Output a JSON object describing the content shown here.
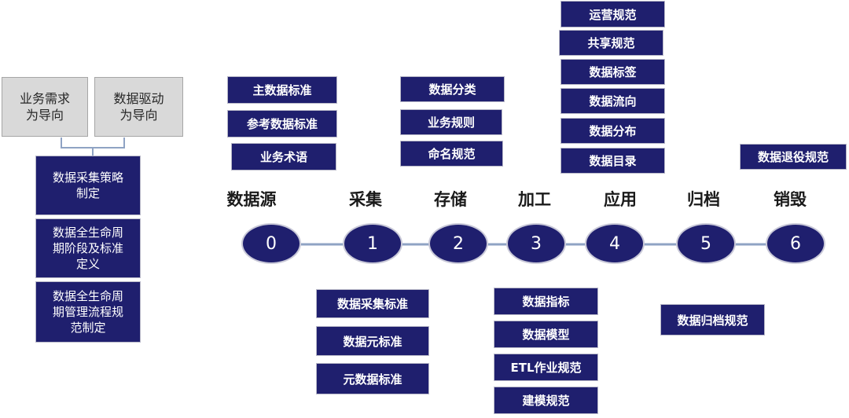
{
  "left_panel": {
    "business_box": "业务需求\n为导向",
    "data_box": "数据驱动\n为导向",
    "steps": [
      "数据采集策略\n制定",
      "数据全生命周\n期阶段及标准\n定义",
      "数据全生命周\n期管理流程规\n范制定"
    ]
  },
  "stages": [
    {
      "label": "数据源",
      "number": "0"
    },
    {
      "label": "采集",
      "number": "1"
    },
    {
      "label": "存储",
      "number": "2"
    },
    {
      "label": "加工",
      "number": "3"
    },
    {
      "label": "应用",
      "number": "4"
    },
    {
      "label": "归档",
      "number": "5"
    },
    {
      "label": "销毁",
      "number": "6"
    }
  ],
  "groups": {
    "source_top": [
      "主数据标准",
      "参考数据标准",
      "业务术语"
    ],
    "storage_top": [
      "数据分类",
      "业务规则",
      "命名规范"
    ],
    "application_top": [
      "运营规范",
      "共享规范",
      "数据标签",
      "数据流向",
      "数据分布",
      "数据目录"
    ],
    "destroy_top": [
      "数据退役规范"
    ],
    "collect_bottom": [
      "数据采集标准",
      "数据元标准",
      "元数据标准"
    ],
    "process_bottom": [
      "数据指标",
      "数据模型",
      "ETL作业规范",
      "建模规范"
    ],
    "archive_bottom": [
      "数据归档规范"
    ]
  },
  "colors": {
    "navy": "#1f1f6e",
    "gray_box": "#d9d9d9",
    "connector": "#8fa3c4"
  }
}
